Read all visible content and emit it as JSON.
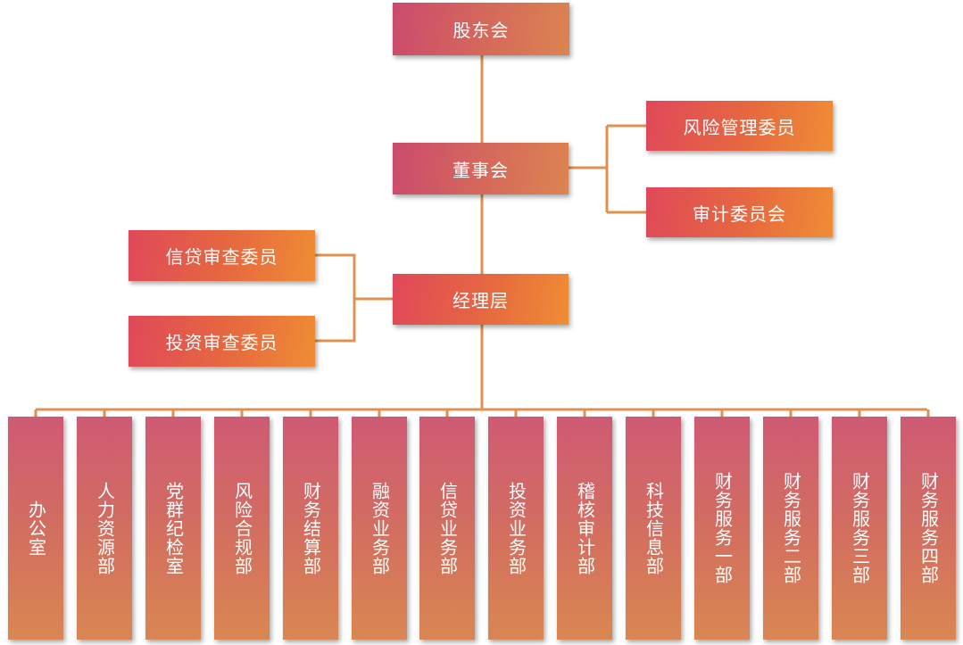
{
  "top": {
    "shareholders": "股东会",
    "board": "董事会",
    "management": "经理层"
  },
  "board_committees": [
    "风险管理委员",
    "审计委员会"
  ],
  "management_committees": [
    "信贷审查委员",
    "投资审查委员"
  ],
  "departments": [
    "办公室",
    "人力资源部",
    "党群纪检室",
    "风险合规部",
    "财务结算部",
    "融资业务部",
    "信贷业务部",
    "投资业务部",
    "稽核审计部",
    "科技信息部",
    "财务服务一部",
    "财务服务二部",
    "财务服务三部",
    "财务服务四部"
  ],
  "colors": {
    "connector": "#e0904f",
    "node_gradient_start": "#cb4a6e",
    "node_gradient_end": "#dc8451",
    "committee_gradient_start": "#e0485a",
    "committee_gradient_end": "#ef8d34"
  }
}
